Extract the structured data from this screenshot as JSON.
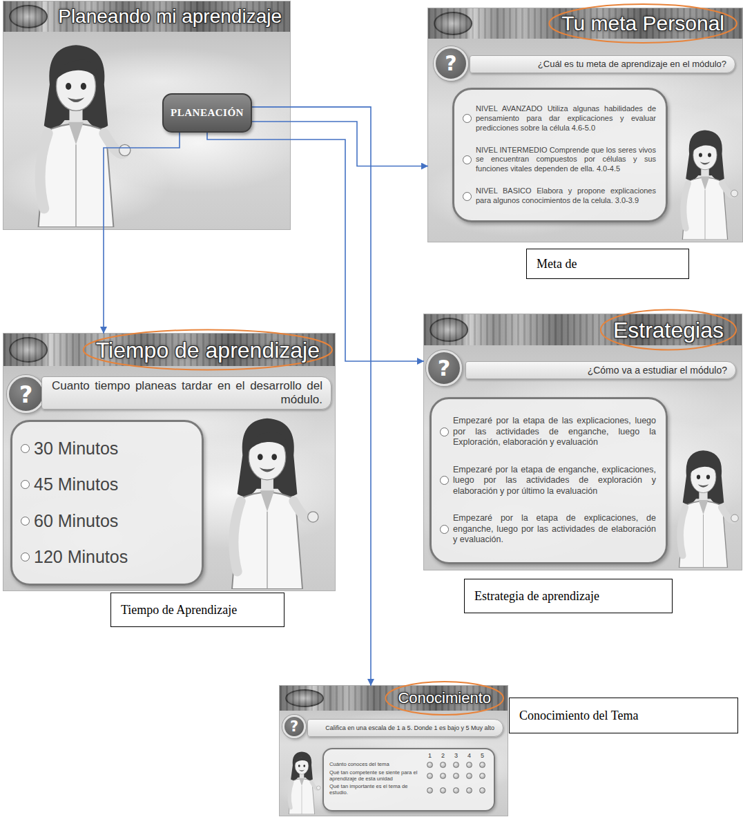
{
  "diagram": {
    "nodes": [
      {
        "text": [
          "Planeando mi aprendizaje"
        ]
      },
      {
        "text": [
          "PLANEACIÓN"
        ],
        "in": 0
      },
      {
        "text": [
          "Tu meta Personal"
        ]
      },
      {
        "text": [
          "?"
        ],
        "in": 2
      },
      {
        "text": [
          "¿Cuál es tu meta de aprendizaje en el módulo?"
        ],
        "in": 2
      },
      {
        "text": [
          "NIVEL AVANZADO Utiliza algunas habilidades de pensamiento para dar explicaciones y evaluar predicciones sobre la célula 4.6-5.0",
          "NIVEL INTERMEDIO Comprende que los seres vivos se encuentran compuestos por células y sus funciones vitales dependen de ella. 4.0-4.5",
          "NIVEL BASICO Elabora y propone explicaciones para algunos conocimientos de la celula. 3.0-3.9"
        ],
        "in": 2
      },
      {
        "text": [
          "Meta de"
        ]
      },
      {
        "text": [
          "Tiempo de aprendizaje"
        ]
      },
      {
        "text": [
          "?"
        ],
        "in": 7
      },
      {
        "text": [
          "Cuanto tiempo planeas tardar en el desarrollo del módulo."
        ],
        "in": 7
      },
      {
        "text": [
          "30 Minutos",
          "45 Minutos",
          "60 Minutos",
          "120 Minutos"
        ],
        "in": 7
      },
      {
        "text": [
          "Estrategias"
        ]
      },
      {
        "text": [
          "?"
        ],
        "in": 11
      },
      {
        "text": [
          "¿Cómo va a estudiar el módulo?"
        ],
        "in": 11
      },
      {
        "text": [
          "Empezaré por la etapa de las explicaciones, luego por las actividades de enganche, luego la Exploración, elaboración y evaluación",
          "Empezaré por la etapa de enganche, explicaciones, luego por las actividades de exploración y elaboración y por último la evaluación",
          "Empezaré por la etapa de explicaciones, de enganche, luego por las actividades de elaboración y evaluación."
        ],
        "in": 11
      },
      {
        "text": [
          "Tiempo de Aprendizaje"
        ]
      },
      {
        "text": [
          "Estrategia de aprendizaje"
        ]
      },
      {
        "text": [
          "Conocimiento"
        ]
      },
      {
        "text": [
          "?"
        ],
        "in": 17
      },
      {
        "text": [
          "Califica en una escala de 1 a 5. Donde 1 es bajo y 5 Muy alto"
        ],
        "in": 17
      },
      {
        "text": [
          "1",
          "2",
          "3",
          "4",
          "5",
          "Cuánto conoces del tema",
          "Qué tan competente se siente para el aprendizaje de esta unidad",
          "Qué tan importante es el tema de estudio."
        ],
        "in": 17
      },
      {
        "text": [
          "Conocimiento del Tema"
        ]
      }
    ],
    "edges": [
      {
        "from": 1,
        "to": 2,
        "arrow": "to"
      },
      {
        "from": 1,
        "to": 7,
        "arrow": "to"
      },
      {
        "from": 1,
        "to": 11,
        "arrow": "to"
      },
      {
        "from": 1,
        "to": 17,
        "arrow": "to"
      }
    ]
  }
}
